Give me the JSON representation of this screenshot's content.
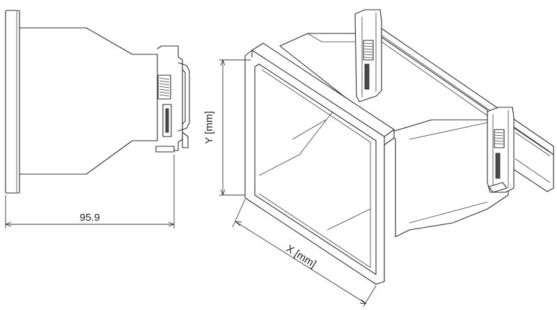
{
  "dimensions": {
    "depth_value": "95.9",
    "y_label": "Y [mm]",
    "x_label": "X [mm]"
  }
}
